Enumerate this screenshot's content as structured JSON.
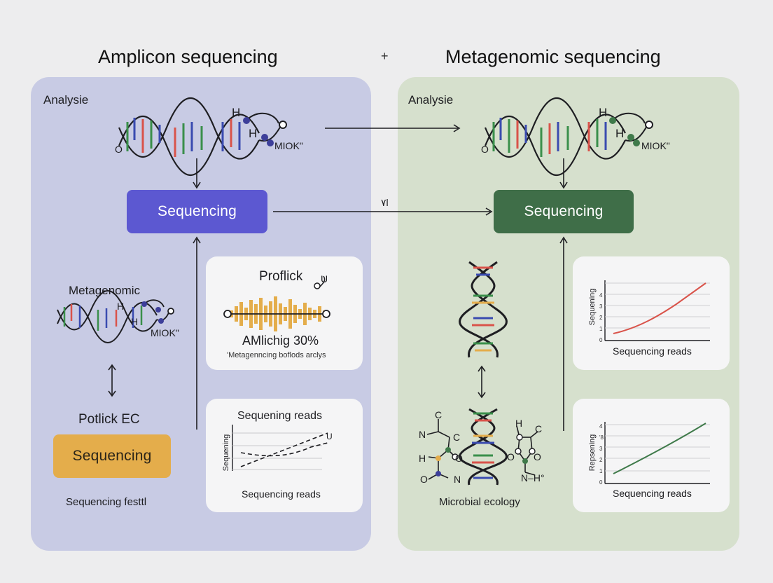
{
  "headings": {
    "left": "Amplicon sequencing",
    "right": "Metagenomic sequencing",
    "separator": "+"
  },
  "left_panel": {
    "analysis_label": "Analysie",
    "dna_labels": {
      "h1": "H",
      "h2": "H",
      "o": "O",
      "miok": "MIOK\""
    },
    "sequencing_button": "Sequencing",
    "meta_label": "Metagenomic",
    "meta_dna_labels": {
      "h1": "H",
      "h2": "H",
      "miok": "MIOK\""
    },
    "potlick_label": "Potlick EC",
    "orange_button": "Sequencing",
    "footer_label": "Sequencing festtl",
    "proflick_card": {
      "title": "Proflick",
      "u": "U",
      "big_text": "AMlichig 30%",
      "caption": "'Metagenncing boflods arclys"
    },
    "reads_card": {
      "title": "Sequening reads",
      "ylabel": "Sequening",
      "xlabel": "Sequencing reads",
      "u": "U"
    }
  },
  "middle": {
    "mid_label": "٧l"
  },
  "right_panel": {
    "analysis_label": "Analysie",
    "dna_labels": {
      "h1": "H",
      "h2": "H",
      "o": "O",
      "miok": "MIOK\""
    },
    "sequencing_button": "Sequencing",
    "microbial_label": "Microbial ecology",
    "molecule_labels": {
      "c1": "C",
      "n1": "N",
      "c2": "C",
      "h1": "H",
      "o1": "O",
      "o2": "O",
      "n2": "N",
      "h2": "H",
      "c3": "C",
      "o3": "O",
      "o4": "O",
      "nh": "N–H°"
    },
    "chart_top": {
      "ylabel": "Sequening",
      "xlabel": "Sequencing reads",
      "ticks": [
        "0",
        "1",
        "2",
        "3",
        "4"
      ]
    },
    "chart_bottom": {
      "ylabel": "Repsening",
      "xlabel": "Sequencing reads",
      "ticks": [
        "0",
        "1",
        "2",
        "3",
        "'8",
        "4"
      ]
    }
  },
  "colors": {
    "left_panel": "#c8cbe4",
    "right_panel": "#d6e0cd",
    "blue_button": "#5c58d1",
    "green_button": "#3f6e48",
    "orange_button": "#e4ad4b",
    "red_line": "#d9534a",
    "green_line": "#3f7a4a"
  }
}
